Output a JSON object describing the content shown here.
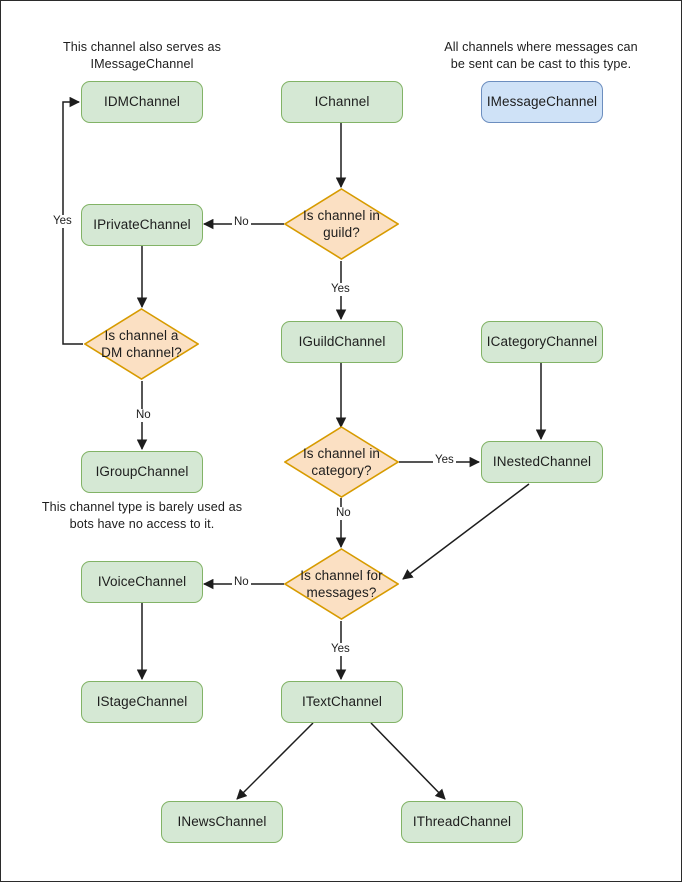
{
  "diagram": {
    "title": "Discord channel interface type decision flowchart",
    "colors": {
      "green_fill": "#d5e8d4",
      "green_stroke": "#82b366",
      "blue_fill": "#cfe2f7",
      "blue_stroke": "#6c8ebf",
      "orange_fill": "#fbe0c3",
      "orange_stroke": "#d79b00",
      "edge_stroke": "#1d1d1d",
      "page_border": "#2b2b2b",
      "text": "#1d1d1d"
    },
    "notes": [
      {
        "id": "note-dm",
        "line1": "This channel also serves as",
        "line2": "IMessageChannel"
      },
      {
        "id": "note-message",
        "line1": "All channels where messages can",
        "line2": "be sent can be cast to this type."
      },
      {
        "id": "note-group",
        "line1": "This channel type is barely used as",
        "line2": "bots have no access to it."
      }
    ],
    "nodes": [
      {
        "id": "idm-channel",
        "label": "IDMChannel",
        "kind": "green"
      },
      {
        "id": "ichannel",
        "label": "IChannel",
        "kind": "green"
      },
      {
        "id": "imessage-channel",
        "label": "IMessageChannel",
        "kind": "blue"
      },
      {
        "id": "iprivate-channel",
        "label": "IPrivateChannel",
        "kind": "green"
      },
      {
        "id": "iguild-channel",
        "label": "IGuildChannel",
        "kind": "green"
      },
      {
        "id": "icategory-channel",
        "label": "ICategoryChannel",
        "kind": "green"
      },
      {
        "id": "inested-channel",
        "label": "INestedChannel",
        "kind": "green"
      },
      {
        "id": "igroup-channel",
        "label": "IGroupChannel",
        "kind": "green"
      },
      {
        "id": "ivoice-channel",
        "label": "IVoiceChannel",
        "kind": "green"
      },
      {
        "id": "istage-channel",
        "label": "IStageChannel",
        "kind": "green"
      },
      {
        "id": "itext-channel",
        "label": "ITextChannel",
        "kind": "green"
      },
      {
        "id": "inews-channel",
        "label": "INewsChannel",
        "kind": "green"
      },
      {
        "id": "ithread-channel",
        "label": "IThreadChannel",
        "kind": "green"
      }
    ],
    "decisions": [
      {
        "id": "is-in-guild",
        "line1": "Is channel in",
        "line2": "guild?"
      },
      {
        "id": "is-dm-channel",
        "line1": "Is channel a",
        "line2": "DM channel?"
      },
      {
        "id": "is-in-category",
        "line1": "Is channel in",
        "line2": "category?"
      },
      {
        "id": "is-for-messages",
        "line1": "Is channel for",
        "line2": "messages?"
      }
    ],
    "edge_labels": {
      "guild_no": "No",
      "guild_yes": "Yes",
      "dm_yes": "Yes",
      "dm_no": "No",
      "category_yes": "Yes",
      "category_no": "No",
      "messages_no": "No",
      "messages_yes": "Yes"
    }
  }
}
